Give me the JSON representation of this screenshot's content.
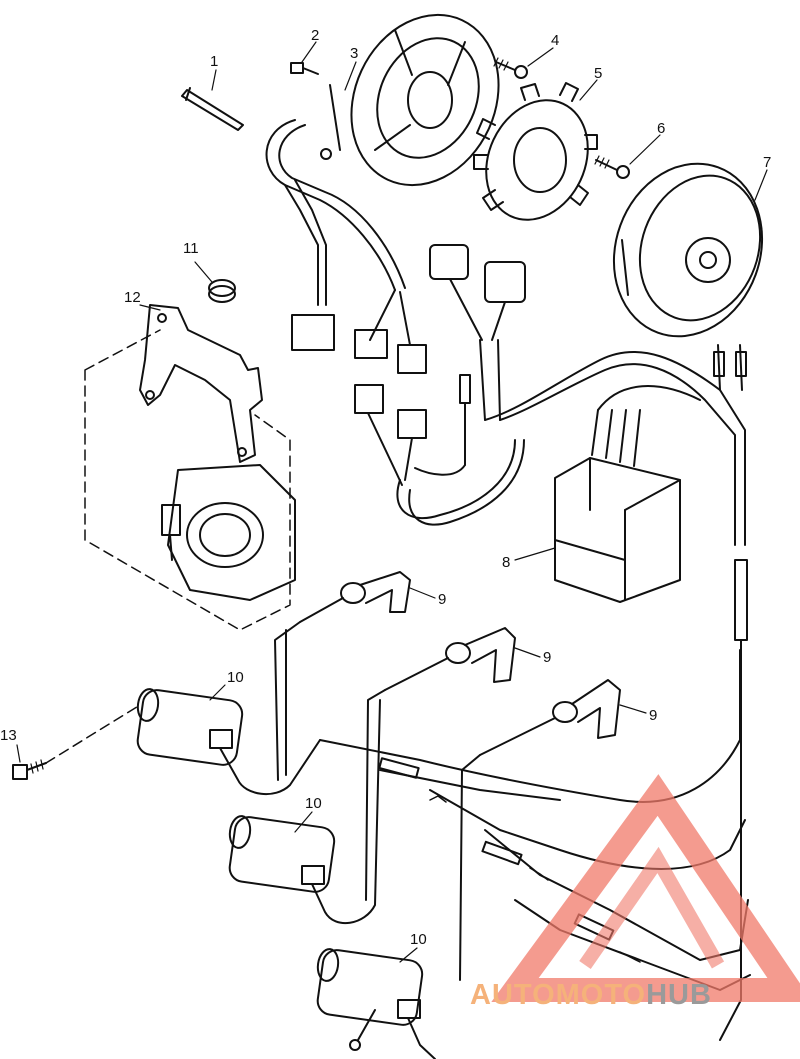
{
  "labels": {
    "l1": "1",
    "l2": "2",
    "l3": "3",
    "l4": "4",
    "l5": "5",
    "l6": "6",
    "l7": "7",
    "l8": "8",
    "l9a": "9",
    "l9b": "9",
    "l9c": "9",
    "l10a": "10",
    "l10b": "10",
    "l10c": "10",
    "l11": "11",
    "l12": "12",
    "l13": "13"
  },
  "watermark": {
    "part1": "AUTOMOTO",
    "part2": "HUB",
    "color_light": "#f5b27a",
    "color_dark": "#9a9a9a",
    "logo_color": "#f07a6a"
  },
  "colors": {
    "line": "#111111",
    "paper": "#ffffff"
  }
}
